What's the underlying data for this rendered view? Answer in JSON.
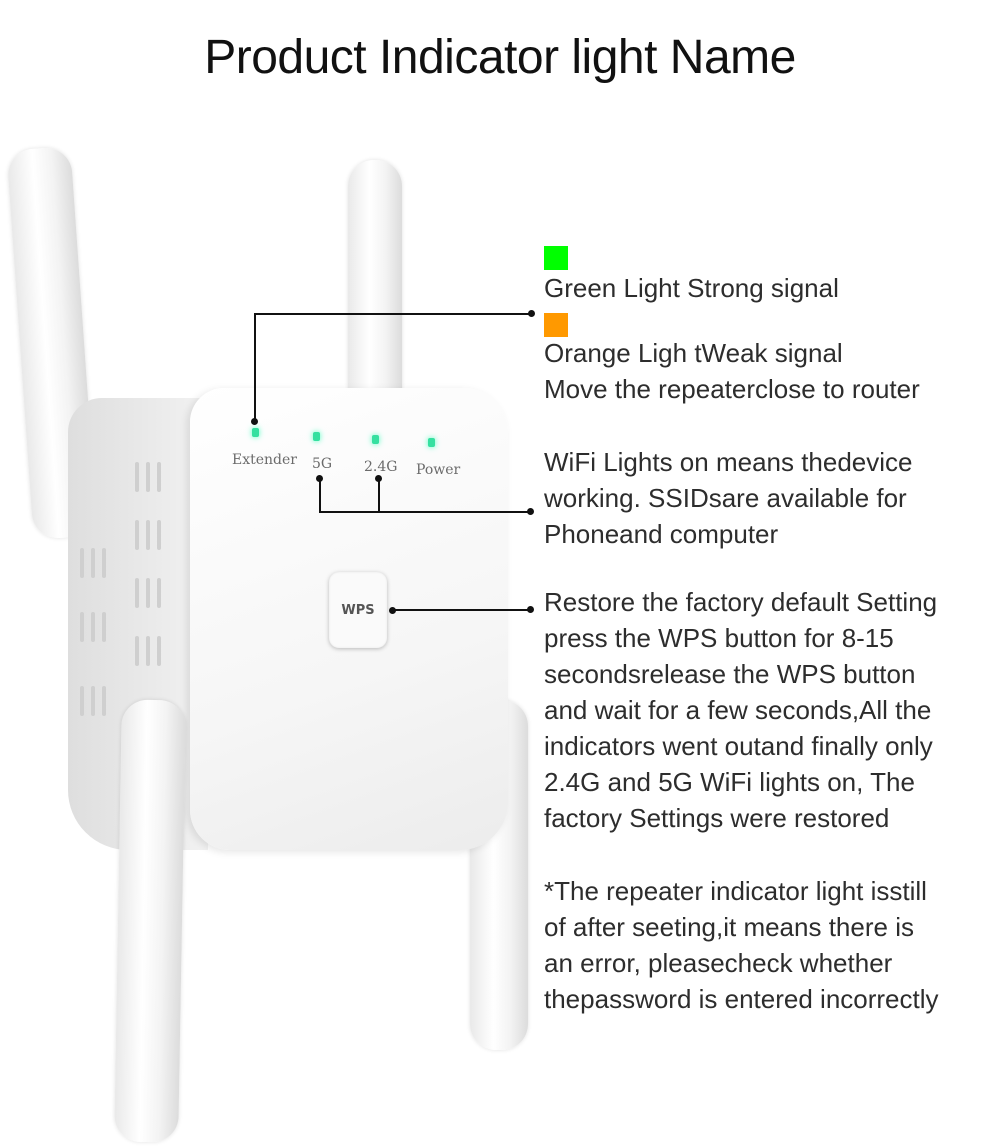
{
  "title": "Product Indicator light Name",
  "legend": {
    "green": {
      "color": "#00ff00",
      "label": "Green Light Strong signal"
    },
    "orange": {
      "color": "#ff9900",
      "label": "Orange Ligh tWeak signal",
      "note": "Move the repeaterclose to router"
    }
  },
  "wifi_note": "WiFi Lights on means thedevice\nworking. SSIDsare available for\nPhoneand computer",
  "reset_note": "Restore the factory default Setting\npress the WPS button for 8-15\nsecondsrelease the WPS button\nand wait for a few seconds,All the\nindicators went outand finally only\n2.4G and 5G WiFi lights on, The\nfactory Settings were restored",
  "error_note": "*The repeater indicator light isstill\nof after seeting,it means there is\nan error, pleasecheck whether\nthepassword is entered incorrectly",
  "device": {
    "indicators": [
      {
        "label": "Extender",
        "color": "#35e0a0"
      },
      {
        "label": "5G",
        "color": "#35e0a0"
      },
      {
        "label": "2.4G",
        "color": "#35e0a0"
      },
      {
        "label": "Power",
        "color": "#35e0a0"
      }
    ],
    "wps_label": "WPS"
  }
}
